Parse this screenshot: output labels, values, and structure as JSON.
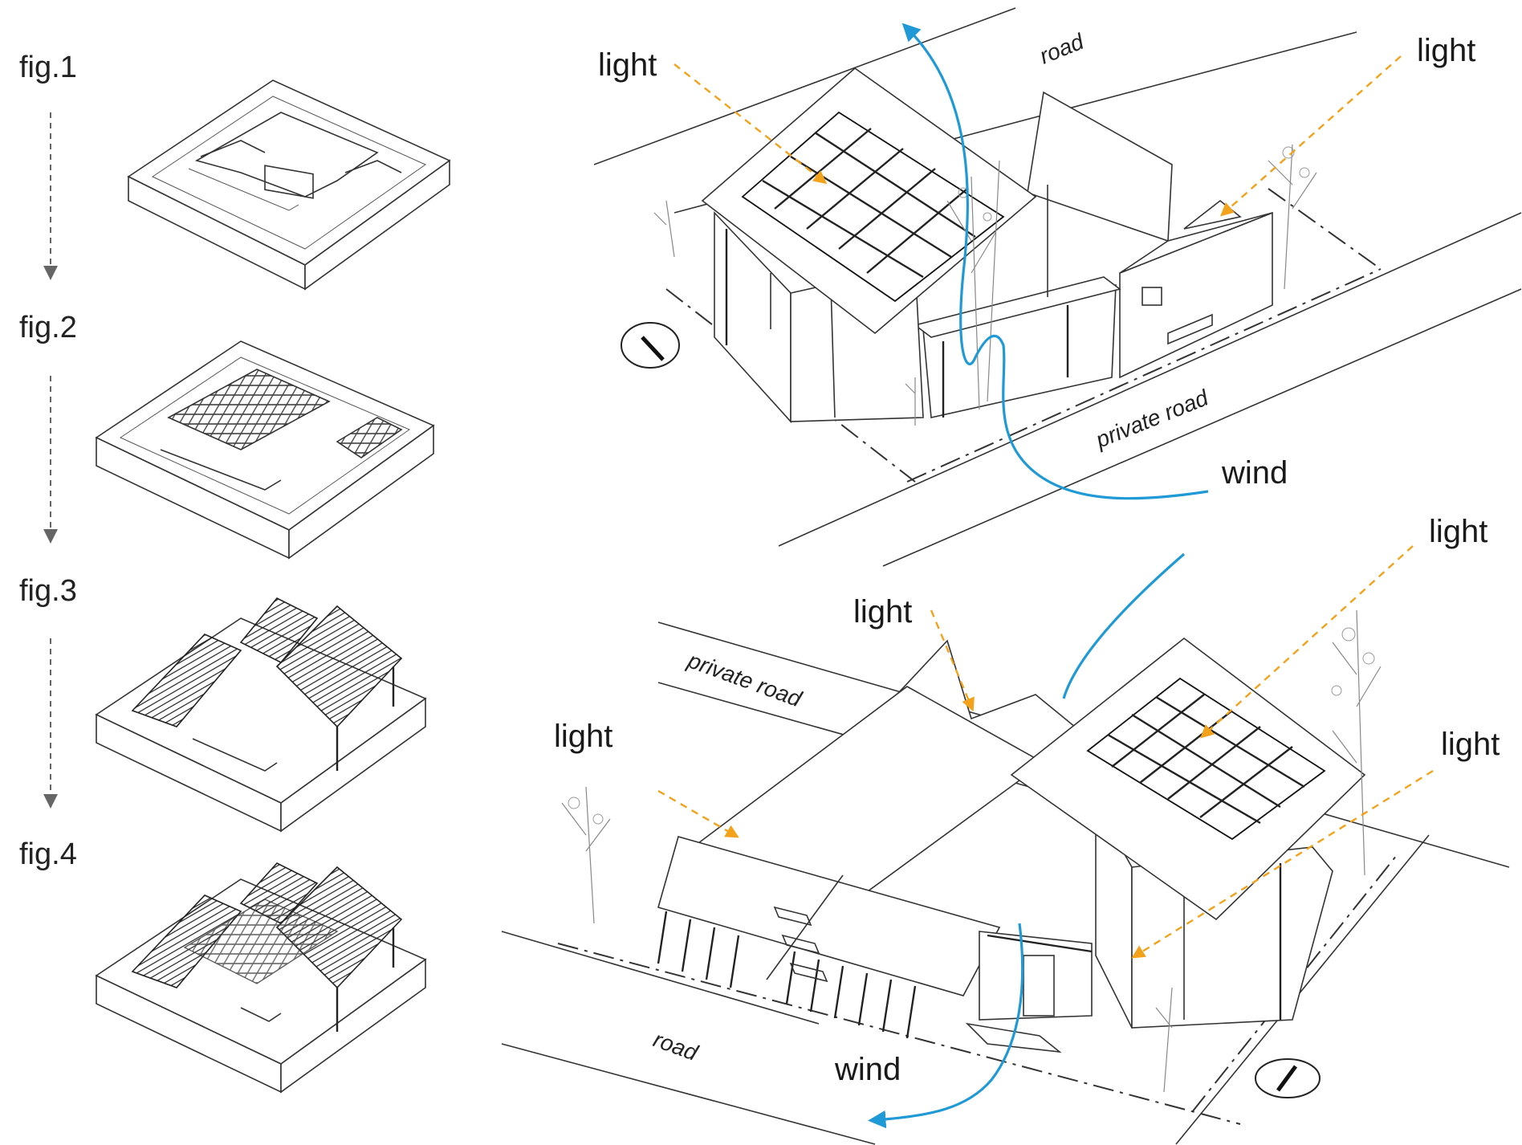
{
  "figures": [
    {
      "label": "fig.1"
    },
    {
      "label": "fig.2"
    },
    {
      "label": "fig.3"
    },
    {
      "label": "fig.4"
    }
  ],
  "top_view": {
    "road_label": "road",
    "private_road_label": "private road",
    "light_left": "light",
    "light_right": "light",
    "wind": "wind"
  },
  "bottom_view": {
    "private_road_label": "private road",
    "road_label": "road",
    "light_top_center": "light",
    "light_top_right": "light",
    "light_left": "light",
    "light_right": "light",
    "wind": "wind"
  },
  "colors": {
    "light_arrow": "#f2a21b",
    "wind_arrow": "#1f9ad6",
    "line": "#333333"
  },
  "icons": {
    "compass_top": "compass-icon",
    "compass_bottom": "compass-icon"
  }
}
